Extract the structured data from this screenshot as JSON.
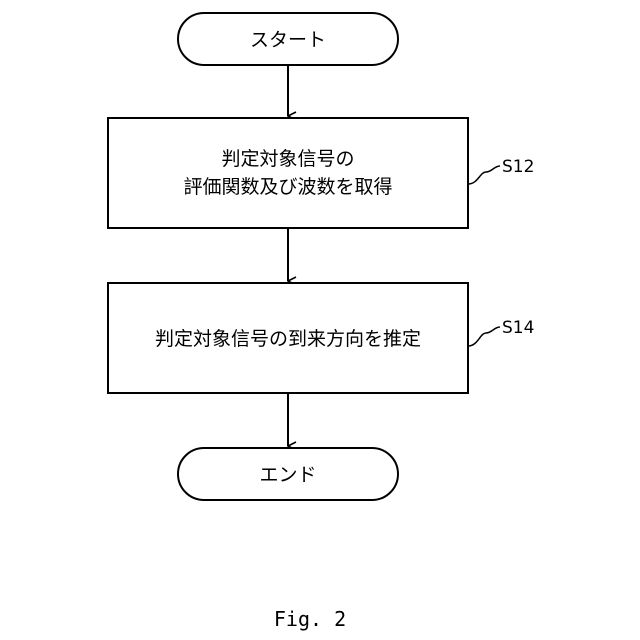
{
  "flowchart": {
    "start": {
      "label": "スタート"
    },
    "steps": [
      {
        "id": "S12",
        "lines": [
          "判定対象信号の",
          "評価関数及び波数を取得"
        ]
      },
      {
        "id": "S14",
        "lines": [
          "判定対象信号の到来方向を推定"
        ]
      }
    ],
    "end": {
      "label": "エンド"
    }
  },
  "figure": {
    "caption": "Fig. 2"
  },
  "colors": {
    "stroke": "#000000",
    "background": "#ffffff"
  }
}
